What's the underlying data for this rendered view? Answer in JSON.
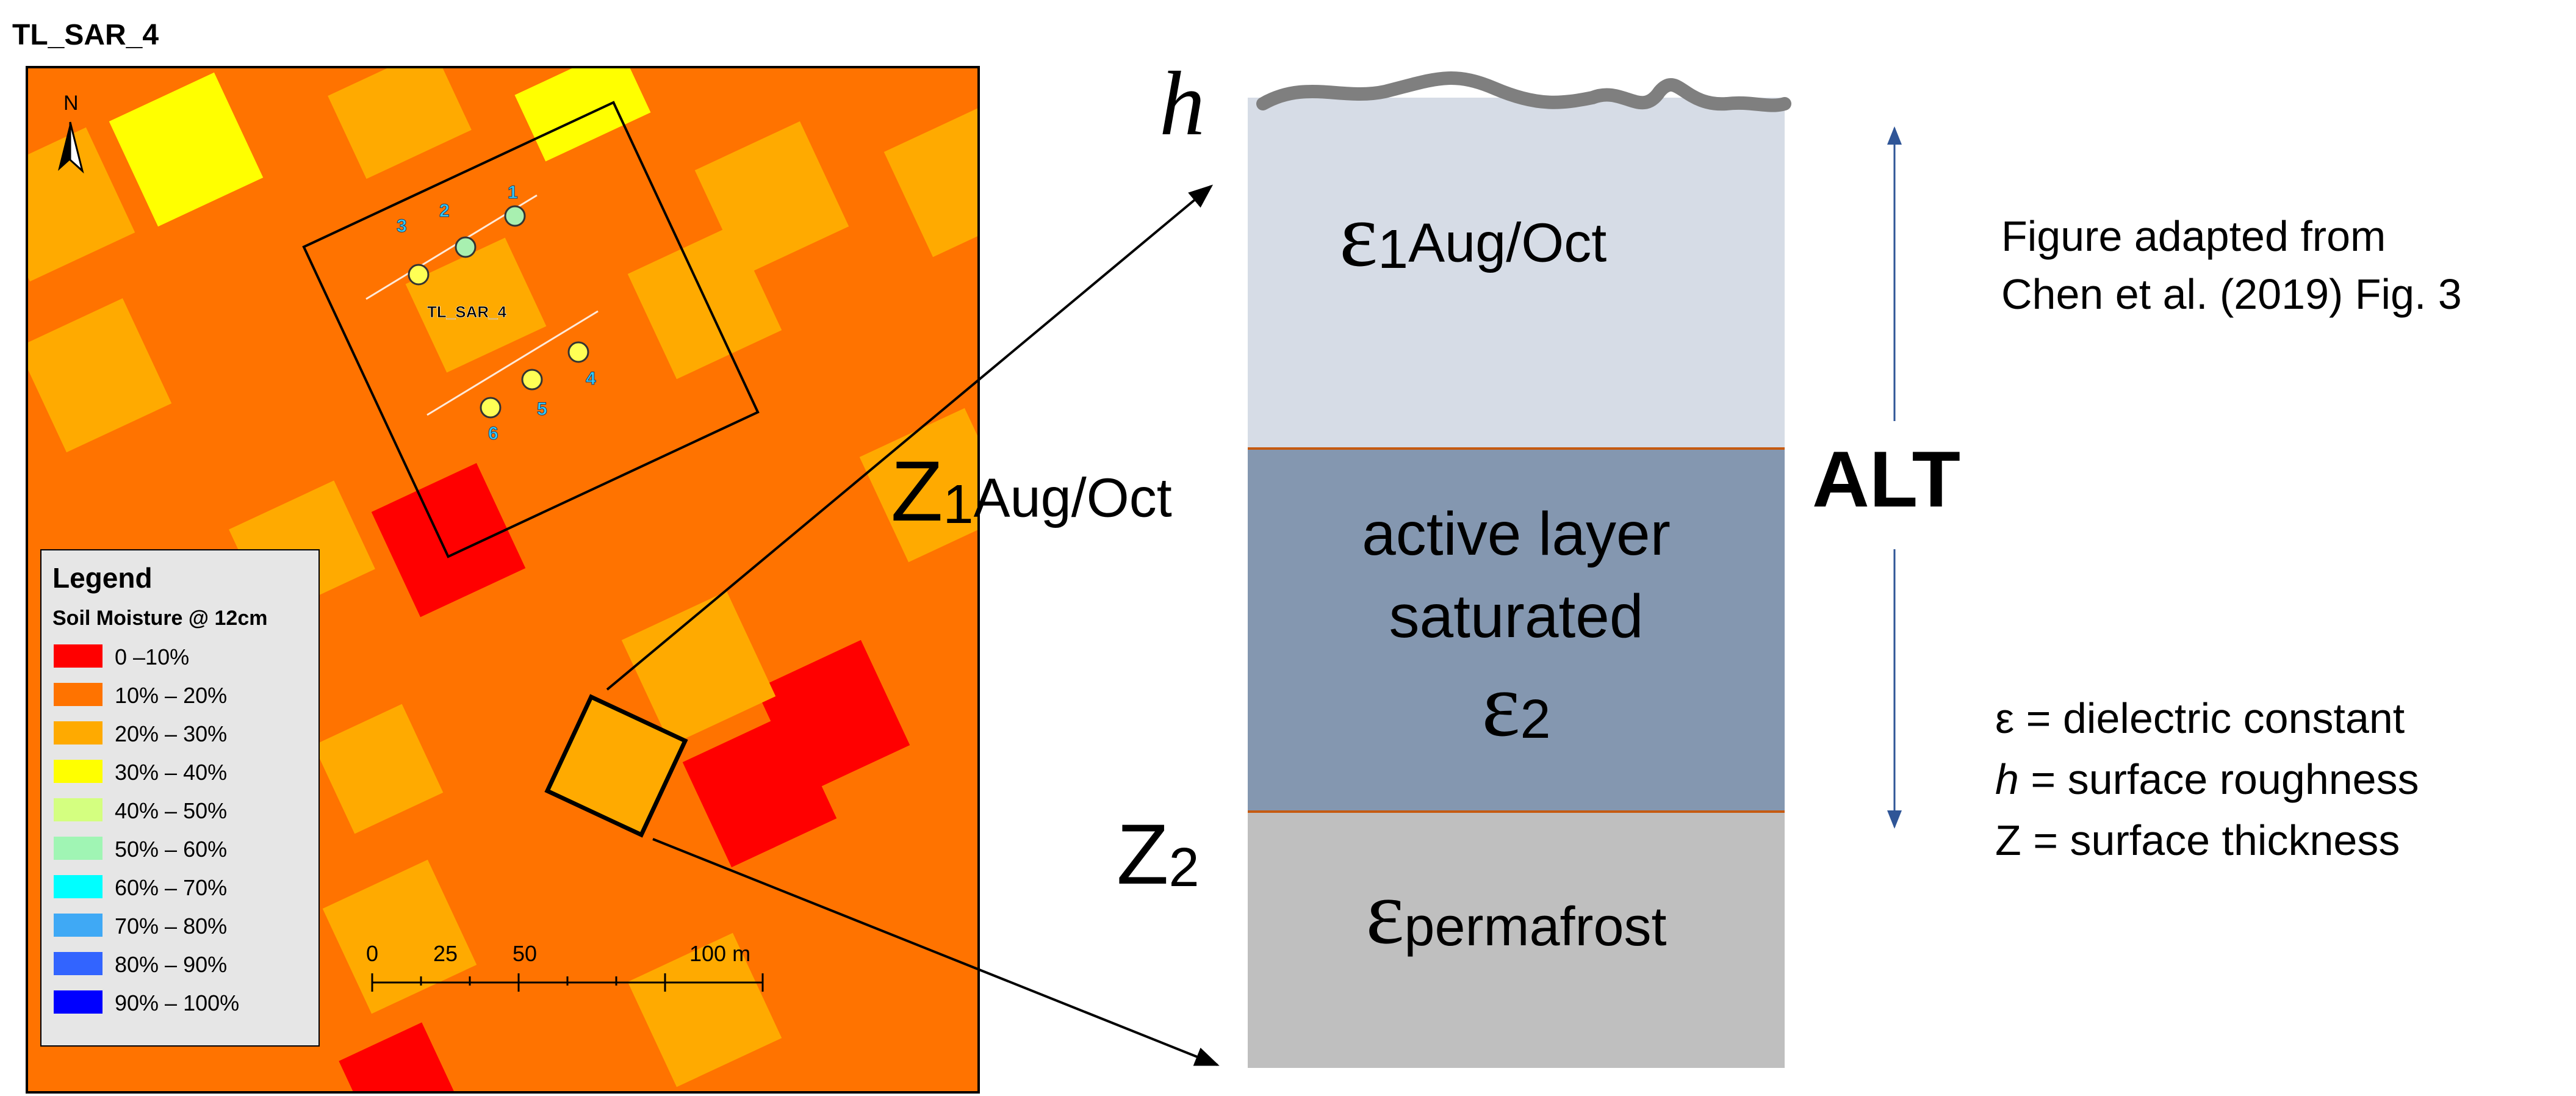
{
  "map": {
    "title": "TL_SAR_4",
    "north_label": "N",
    "site_label": "TL_SAR_4",
    "point_numbers": [
      "1",
      "2",
      "3",
      "4",
      "5",
      "6"
    ],
    "scale_ticks": [
      "0",
      "25",
      "50",
      "100 m"
    ],
    "colors": {
      "background": "#ff7300",
      "site_point_upper": "#a8f0b0",
      "site_point_lower": "#ffff55"
    }
  },
  "legend": {
    "title": "Legend",
    "subtitle": "Soil Moisture @ 12cm",
    "items": [
      {
        "label": "0 –10%",
        "color": "#ff0000"
      },
      {
        "label": "10% – 20%",
        "color": "#ff7300"
      },
      {
        "label": "20% – 30%",
        "color": "#ffaa00"
      },
      {
        "label": "30% – 40%",
        "color": "#ffff00"
      },
      {
        "label": "40% – 50%",
        "color": "#d4ff80"
      },
      {
        "label": "50% – 60%",
        "color": "#a0f5b4"
      },
      {
        "label": "60% – 70%",
        "color": "#00ffff"
      },
      {
        "label": "70% – 80%",
        "color": "#3fa9f5"
      },
      {
        "label": "80% – 90%",
        "color": "#3264ff"
      },
      {
        "label": "90% – 100%",
        "color": "#0000ff"
      }
    ]
  },
  "profile": {
    "h_label": "h",
    "layer1": {
      "symbol": "ε",
      "sub": "1",
      "sup": "Aug/Oct",
      "color": "#d6dce6"
    },
    "layer2": {
      "line1": "active layer",
      "line2": "saturated",
      "symbol": "ε",
      "sub": "2",
      "color": "#8497b0"
    },
    "layer3": {
      "symbol": "ε",
      "sub": "permafrost",
      "color": "#bfbfbf"
    },
    "z1": {
      "base": "Z",
      "sub": "1",
      "sup": "Aug/Oct"
    },
    "z2": {
      "base": "Z",
      "sub": "2"
    },
    "alt_label": "ALT"
  },
  "notes": {
    "credit_line1": "Figure adapted from",
    "credit_line2": "Chen et al. (2019) Fig. 3",
    "def_eps": "ε = dielectric constant",
    "def_h_symbol": "h",
    "def_h_text": " = surface roughness",
    "def_z": "Z = surface thickness"
  }
}
